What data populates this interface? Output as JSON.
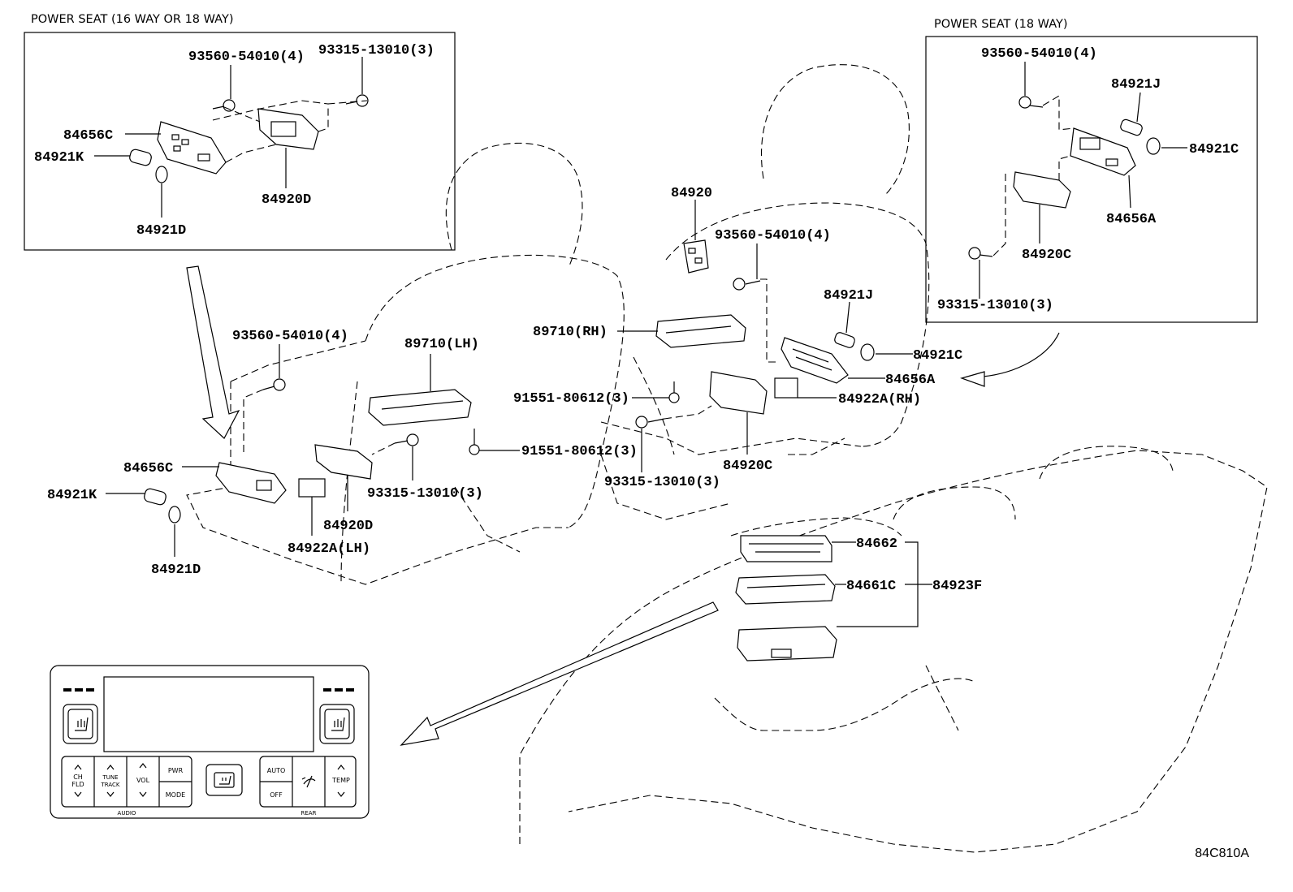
{
  "insets": {
    "left_title": "POWER SEAT (16 WAY  OR  18 WAY)",
    "right_title": "POWER SEAT (18 WAY)"
  },
  "callouts": {
    "l_93560": "93560-54010(4)",
    "l_93315": "93315-13010(3)",
    "l_84656c": "84656C",
    "l_84921k": "84921K",
    "l_84920d": "84920D",
    "l_84921d": "84921D",
    "r_93560": "93560-54010(4)",
    "r_84921j": "84921J",
    "r_84921c": "84921C",
    "r_84656a": "84656A",
    "r_84920c": "84920C",
    "r_93315": "93315-13010(3)",
    "m_84920": "84920",
    "m_93560_right": "93560-54010(4)",
    "m_84921j": "84921J",
    "m_89710rh": "89710(RH)",
    "m_84921c": "84921C",
    "m_84656a": "84656A",
    "m_91551_upper": "91551-80612(3)",
    "m_84922a_rh": "84922A(RH)",
    "m_93560_left": "93560-54010(4)",
    "m_89710lh": "89710(LH)",
    "m_84656c": "84656C",
    "m_84921k": "84921K",
    "m_91551_lower": "91551-80612(3)",
    "m_93315_left": "93315-13010(3)",
    "m_93315_right": "93315-13010(3)",
    "m_84920c": "84920C",
    "m_84920d": "84920D",
    "m_84922a_lh": "84922A(LH)",
    "m_84921d": "84921D",
    "m_84662": "84662",
    "m_84661c": "84661C",
    "m_84923f": "84923F"
  },
  "control_panel": {
    "ch_fld": "CH\nFLD",
    "tune_track": "TUNE\nTRACK",
    "vol": "VOL",
    "pwr": "PWR",
    "mode": "MODE",
    "audio": "AUDIO",
    "auto": "AUTO",
    "off": "OFF",
    "temp": "TEMP",
    "rear": "REAR"
  },
  "reference_code": "84C810A"
}
